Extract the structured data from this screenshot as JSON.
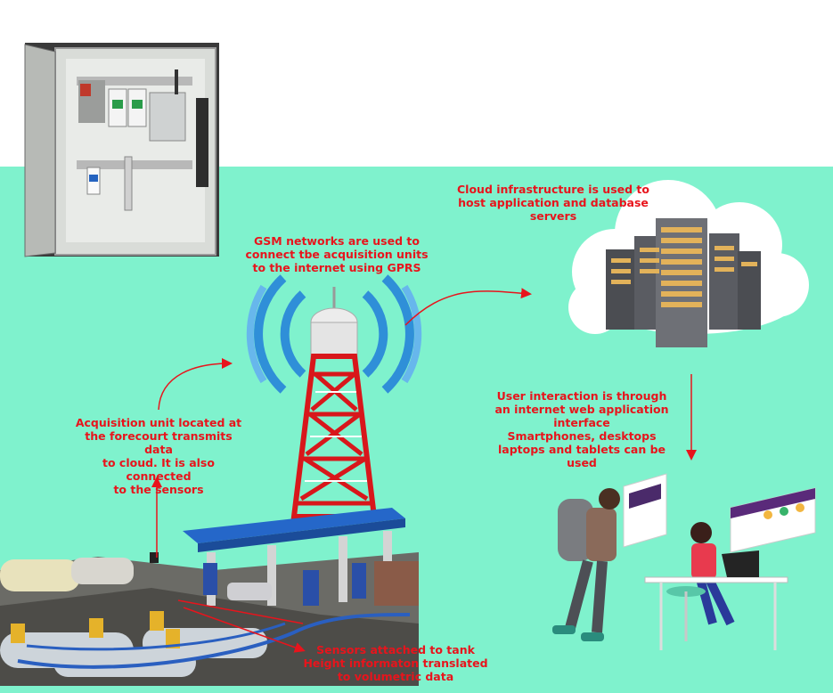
{
  "captions": {
    "cloud": "Cloud infrastructure is used to\nhost application and database\nservers",
    "gsm": "GSM networks are used to\nconnect tbe acquisition units\nto the internet using GPRS",
    "acquisition": "Acquisition unit located at\nthe forecourt transmits data\nto cloud. It is also connected\nto the sensors",
    "user": "User interaction is through\nan internet web application\ninterface\nSmartphones, desktops\nlaptops and tablets can be used",
    "sensors": "Sensors attached to tank\nHeight informaton translated\nto volumetric data"
  },
  "colors": {
    "background": "#7ff2cd",
    "caption": "#e8141c",
    "arrow": "#e8141c",
    "tower_red": "#d8171b",
    "signal_blue": "#2f8fd8"
  }
}
